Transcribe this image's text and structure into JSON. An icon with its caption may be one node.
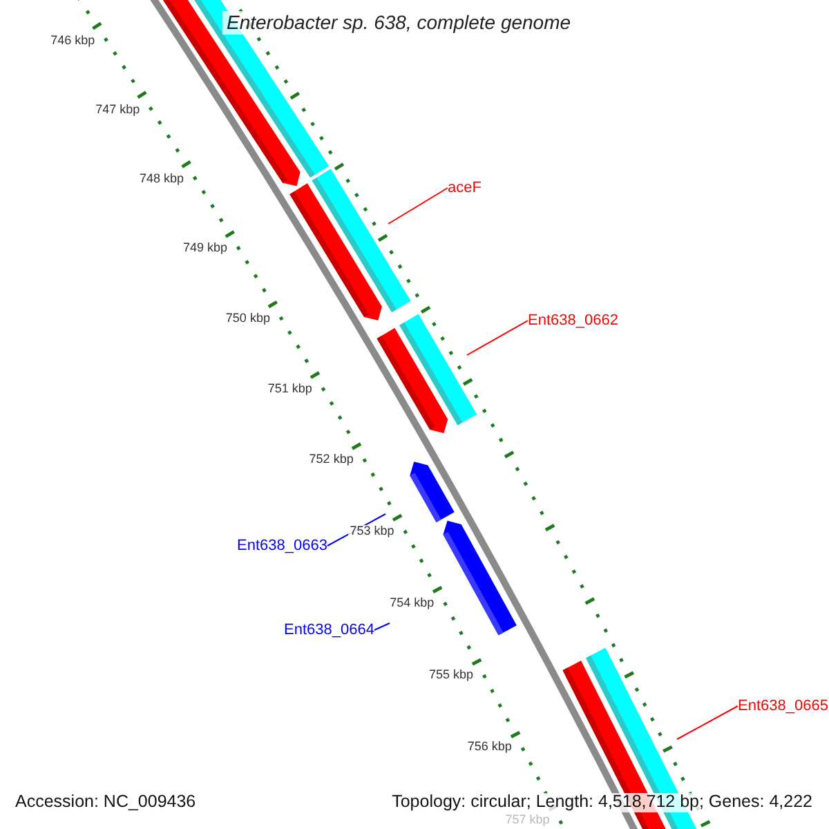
{
  "diagram": {
    "title": "Enterobacter sp. 638, complete genome",
    "nodes": [
      {
        "text": [
          "aceF"
        ]
      },
      {
        "text": [
          "Ent638_0662"
        ]
      },
      {
        "text": [
          "Ent638_0663"
        ]
      },
      {
        "text": [
          "Ent638_0664"
        ]
      },
      {
        "text": [
          "Ent638_0665"
        ]
      }
    ],
    "edges": [
      {
        "from": 0,
        "to": null,
        "arrow": "none"
      },
      {
        "from": 1,
        "to": null,
        "arrow": "none"
      },
      {
        "from": 2,
        "to": null,
        "arrow": "none",
        "color": "#0000ff"
      },
      {
        "from": 3,
        "to": null,
        "arrow": "none",
        "color": "#0000ff"
      },
      {
        "from": 4,
        "to": null,
        "arrow": "none"
      }
    ],
    "labels": [
      "746 kbp",
      "747 kbp",
      "748 kbp",
      "749 kbp",
      "750 kbp",
      "751 kbp",
      "752 kbp",
      "753 kbp",
      "754 kbp",
      "755 kbp",
      "756 kbp",
      "757 kbp",
      "Accession: NC_009436",
      "Topology: circular; Length: 4,518,712 bp; Genes: 4,222"
    ]
  }
}
